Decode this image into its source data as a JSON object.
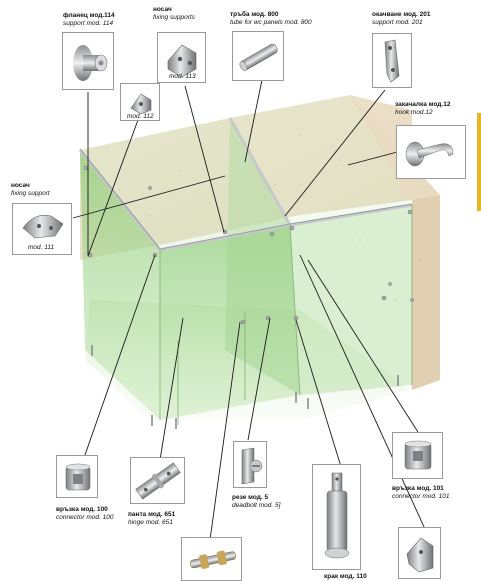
{
  "colors": {
    "accent": "#e8b423",
    "glass": "#9fd38a",
    "wood": "#efe2cc",
    "rail": "#b9bcc0"
  },
  "labels": {
    "flange_114": {
      "bg": "фланец мод.114",
      "en": "support mod. 114"
    },
    "holder_113": {
      "bg": "носач",
      "en": "fixing supports",
      "inner": "mod. 113"
    },
    "tube_800": {
      "bg": "тръба мод. 800",
      "en": "tube for wc panels mod. 800"
    },
    "hanger_201": {
      "bg": "окачване мод. 201",
      "en": "support mod. 201"
    },
    "holder_112": {
      "inner": "mod. 112"
    },
    "hook_12": {
      "bg": "закачалка мод.12",
      "en": "hook mod.12"
    },
    "holder_111": {
      "bg": "носач",
      "en": "fixing support",
      "inner": "mod. 111"
    },
    "connector_100": {
      "bg": "връзка мод. 100",
      "en": "connector mod. 100"
    },
    "hinge_651": {
      "bg": "панта мод. 651",
      "en": "hinge mod. 651"
    },
    "deadbolt_5": {
      "bg": "резе мод. 5",
      "en": "deadbolt mod. 5]"
    },
    "connector_101": {
      "bg": "връзка мод. 101",
      "en": "connector mod. 101"
    },
    "leg_110": {
      "bg": "крак мод. 110"
    }
  },
  "icons": [
    "flange-icon",
    "bracket-icon",
    "tube-icon",
    "hanger-icon",
    "hook-icon",
    "connector-icon",
    "hinge-icon",
    "deadbolt-icon",
    "leg-icon",
    "corner-bracket-icon",
    "pin-icon"
  ]
}
